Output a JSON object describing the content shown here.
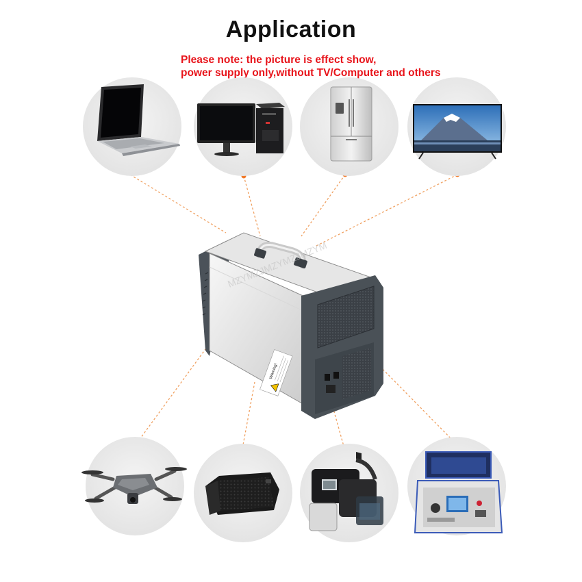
{
  "header": {
    "title": "Application",
    "note_line1": "Please note: the picture is effect show,",
    "note_line2": "power supply only,without TV/Computer and others"
  },
  "product": {
    "warning_label": "Warning!",
    "watermark": "MZYMZJMZYMZJMZYM"
  },
  "colors": {
    "title": "#111111",
    "note": "#e8141b",
    "connector": "#f0a060",
    "dot": "#f07a2a",
    "circle_bg": "#eeeeee"
  },
  "applications_top": [
    {
      "name": "laptop-icon"
    },
    {
      "name": "desktop-computer-icon"
    },
    {
      "name": "refrigerator-icon"
    },
    {
      "name": "television-icon"
    }
  ],
  "applications_bottom": [
    {
      "name": "drone-icon"
    },
    {
      "name": "speaker-icon"
    },
    {
      "name": "cpap-machine-icon"
    },
    {
      "name": "instrument-case-icon"
    }
  ]
}
